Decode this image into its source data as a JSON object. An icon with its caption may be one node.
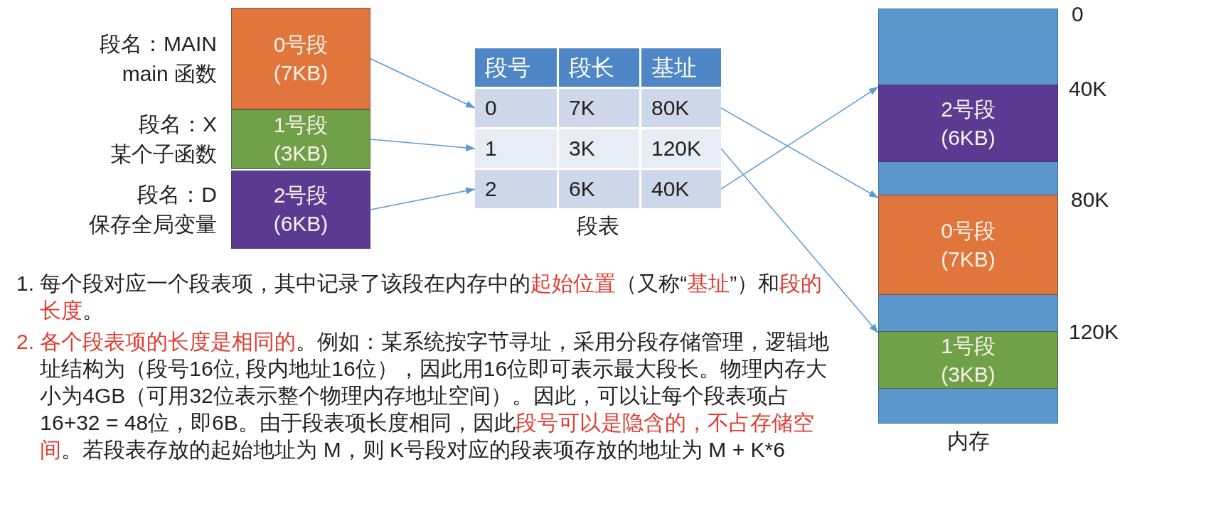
{
  "diagram": {
    "nodes": [
      {
        "text": [
          "0号段",
          "(7KB)"
        ],
        "beside": [
          "段名：MAIN",
          "main 函数"
        ]
      },
      {
        "text": [
          "1号段",
          "(3KB)"
        ],
        "beside": [
          "段名：X",
          "某个子函数"
        ]
      },
      {
        "text": [
          "2号段",
          "(6KB)"
        ],
        "beside": [
          "段名：D",
          "保存全局变量"
        ]
      },
      {
        "text": [
          "段表"
        ]
      },
      {
        "text": [
          "段号",
          "段长",
          "基址"
        ],
        "in": 3
      },
      {
        "text": [
          "0",
          "7K",
          "80K"
        ],
        "in": 3
      },
      {
        "text": [
          "1",
          "3K",
          "120K"
        ],
        "in": 3
      },
      {
        "text": [
          "2",
          "6K",
          "40K"
        ],
        "in": 3
      },
      {
        "text": [
          "内存"
        ]
      },
      {
        "text": [
          "2号段",
          "(6KB)"
        ],
        "in": 8
      },
      {
        "text": [
          "0号段",
          "(7KB)"
        ],
        "in": 8
      },
      {
        "text": [
          "1号段",
          "(3KB)"
        ],
        "in": 8
      }
    ],
    "edges": [
      {
        "from": 0,
        "to": 5,
        "arrow": "to"
      },
      {
        "from": 1,
        "to": 6,
        "arrow": "to"
      },
      {
        "from": 2,
        "to": 7,
        "arrow": "to"
      },
      {
        "from": 5,
        "to": 10,
        "arrow": "to"
      },
      {
        "from": 6,
        "to": 11,
        "arrow": "to"
      },
      {
        "from": 7,
        "to": 9,
        "arrow": "to"
      }
    ],
    "labels": [
      "0",
      "40K",
      "80K",
      "120K",
      "1. 每个段对应一个段表项，其中记录了该段在内存中的**起始位置**（又称“**基址**”）和**段的长度**。",
      "**2. 各个段表项的长度是相同的**。例如：某系统按字节寻址，采用分段存储管理，逻辑地址结构为（段号16位, 段内地址16位），因此用16位即可表示最大段长。物理内存大小为4GB（可用32位表示整个物理内存地址空间）。因此，可以让每个段表项占 16+32 = 48位，即6B。由于段表项长度相同，因此**段号可以是隐含的，不占存储空间**。若段表存放的起始地址为 M，则 K号段对应的段表项存放的地址为 M + K*6"
    ]
  }
}
